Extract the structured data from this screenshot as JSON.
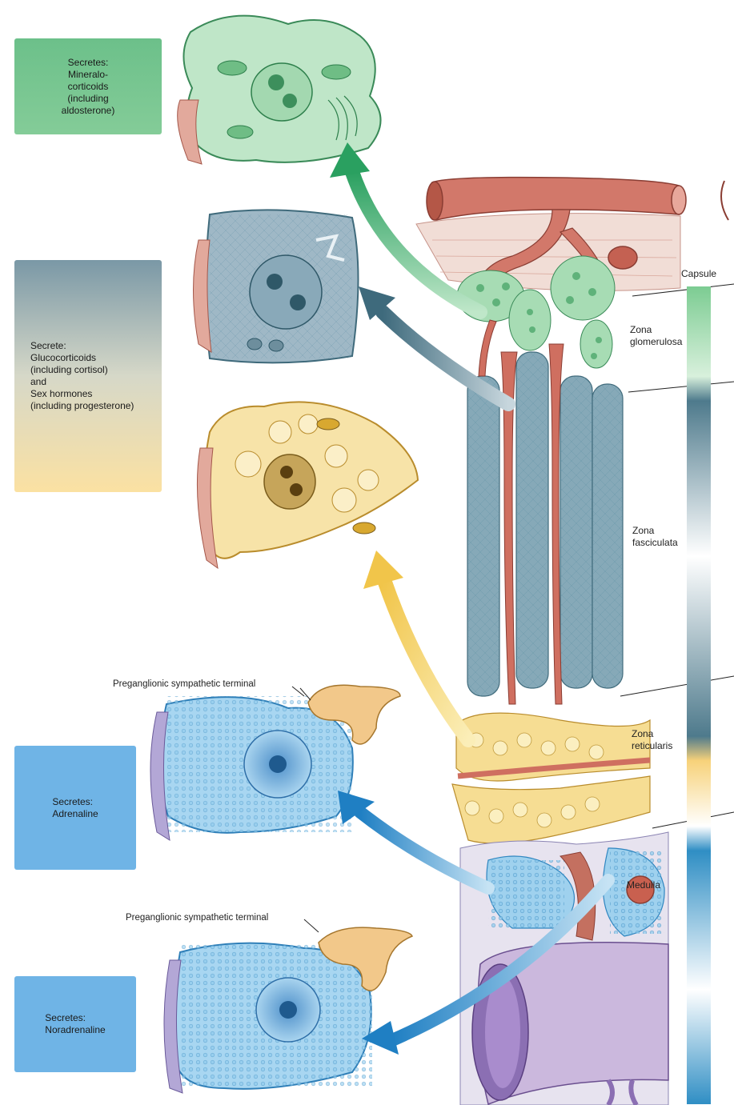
{
  "secretion_boxes": {
    "mineralocorticoids": "Secretes:\nMineralo-\ncorticoids\n(including\naldosterone)",
    "glucocorticoids": "Secrete:\nGlucocorticoids\n(including cortisol)\n   and\nSex hormones\n(including progesterone)",
    "adrenaline": "Secretes:\nAdrenaline",
    "noradrenaline": "Secretes:\nNoradrenaline"
  },
  "terminal_labels": {
    "upper": "Preganglionic sympathetic terminal",
    "lower": "Preganglionic sympathetic terminal"
  },
  "zones": {
    "capsule": "Capsule",
    "glomerulosa": "Zona\nglomerulosa",
    "fasciculata": "Zona\nfasciculata",
    "reticularis": "Zona\nreticularis",
    "medulla": "Medulla"
  },
  "colors": {
    "glomerulosa_green": "#7cc48f",
    "fasciculata_blue": "#5f8ea0",
    "reticularis_yellow": "#f3d382",
    "medulla_blue": "#3a9bd0",
    "vessel_red": "#c8695a"
  }
}
